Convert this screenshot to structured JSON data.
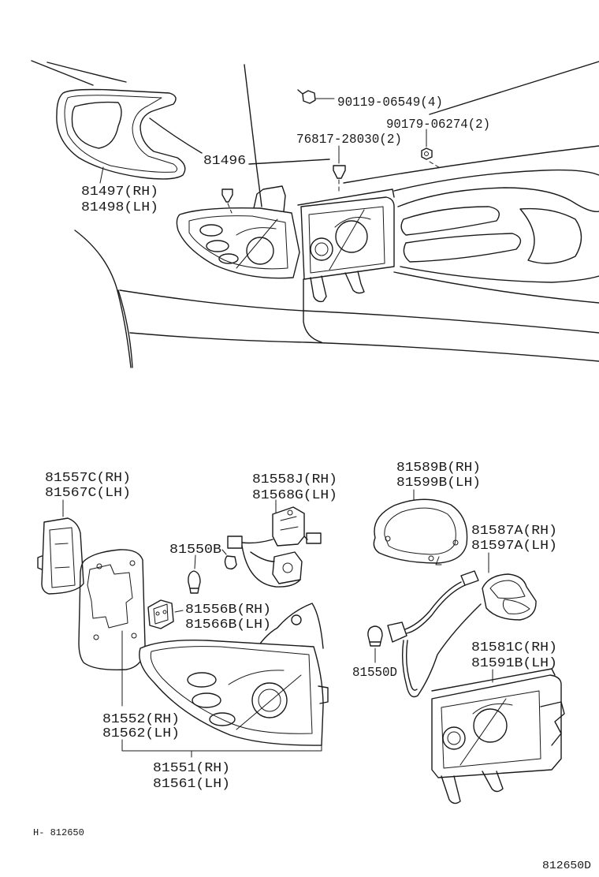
{
  "colors": {
    "ink": "#1a1a1a",
    "paper": "#ffffff"
  },
  "callouts": [
    {
      "lines": [
        "90119-06549(4)"
      ]
    },
    {
      "lines": [
        "90179-06274(2)"
      ]
    },
    {
      "lines": [
        "76817-28030(2)"
      ]
    },
    {
      "lines": [
        "81496"
      ]
    },
    {
      "lines": [
        "81497(RH)",
        "81498(LH)"
      ]
    },
    {
      "lines": [
        "81557C(RH)",
        "81567C(LH)"
      ]
    },
    {
      "lines": [
        "81558J(RH)",
        "81568G(LH)"
      ]
    },
    {
      "lines": [
        "81589B(RH)",
        "81599B(LH)"
      ]
    },
    {
      "lines": [
        "81550B"
      ]
    },
    {
      "lines": [
        "81587A(RH)",
        "81597A(LH)"
      ]
    },
    {
      "lines": [
        "81556B(RH)",
        "81566B(LH)"
      ]
    },
    {
      "lines": [
        "81550D"
      ]
    },
    {
      "lines": [
        "81581C(RH)",
        "81591B(LH)"
      ]
    },
    {
      "lines": [
        "81552(RH)",
        "81562(LH)"
      ]
    },
    {
      "lines": [
        "81551(RH)",
        "81561(LH)"
      ]
    }
  ],
  "figure_ref": "H- 812650",
  "illustration_code": "812650D"
}
